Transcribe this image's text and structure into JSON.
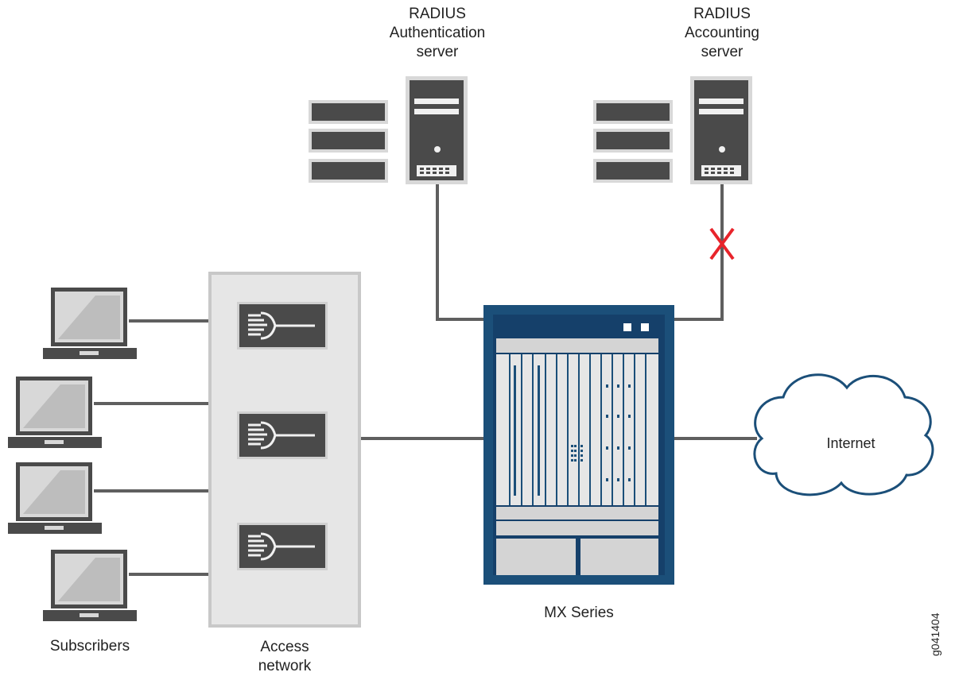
{
  "radius_auth": {
    "line1": "RADIUS",
    "line2": "Authentication",
    "line3": "server",
    "icon": "server-icon"
  },
  "radius_acct": {
    "line1": "RADIUS",
    "line2": "Accounting",
    "line3": "server",
    "icon": "server-icon"
  },
  "access": {
    "line1": "Access",
    "line2": "network",
    "icon": "switch-icon"
  },
  "subscribers": {
    "label": "Subscribers",
    "icon": "laptop-icon"
  },
  "router": {
    "label": "MX Series",
    "icon": "router-chassis-icon"
  },
  "internet": {
    "label": "Internet",
    "icon": "cloud-icon"
  },
  "link_status": {
    "icon": "failure-x-icon"
  },
  "figure_id": "g041404",
  "colors": {
    "router_blue": "#1b4f79",
    "failure_red": "#e8242b",
    "device_gray": "#4a4a4a",
    "panel_gray": "#e6e6e6",
    "line_gray": "#5f5f5f"
  }
}
